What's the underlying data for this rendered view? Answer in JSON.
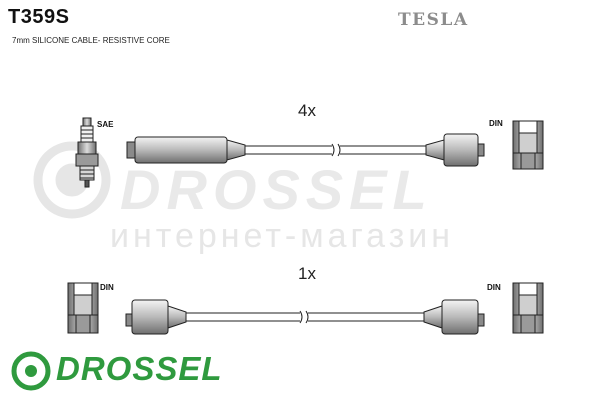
{
  "header": {
    "part_number": "T359S",
    "subtitle": "7mm SILICONE CABLE- RESISTIVE CORE",
    "brand": "TESLA"
  },
  "diagram": {
    "top_cable": {
      "quantity": "4x",
      "left_end_label": "SAE",
      "right_end_label": "DIN"
    },
    "bottom_cable": {
      "quantity": "1x",
      "left_end_label": "DIN",
      "right_end_label": "DIN"
    }
  },
  "watermark": {
    "text": "DROSSEL",
    "subtext": "интернет-магазин"
  },
  "logo": {
    "text": "DROSSEL",
    "color": "#2f9a3e"
  }
}
